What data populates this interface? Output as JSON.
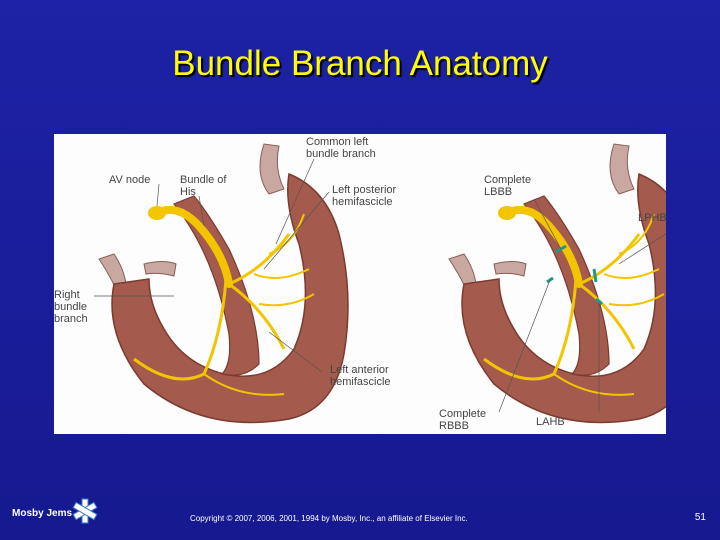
{
  "slide": {
    "title": "Bundle Branch Anatomy",
    "copyright": "Copyright © 2007, 2006, 2001, 1994 by Mosby, Inc., an affiliate of Elsevier Inc.",
    "page_number": "51",
    "logo_text": "Mosby Jems"
  },
  "left_diagram": {
    "labels": {
      "av_node": "AV node",
      "bundle_of_his": "Bundle of His",
      "common_left": "Common left bundle branch",
      "left_posterior": "Left posterior hemifascicle",
      "right_bundle": "Right bundle branch",
      "left_anterior": "Left anterior hemifascicle"
    }
  },
  "right_diagram": {
    "labels": {
      "complete_lbbb": "Complete LBBB",
      "lphb": "LPHB",
      "complete_rbbb": "Complete RBBB",
      "lahb": "LAHB"
    }
  },
  "colors": {
    "background": "#1a1f9e",
    "title": "#ffff00",
    "muscle": "#a45a4c",
    "conduction": "#f2c500",
    "block_marker": "#1a9a8a"
  }
}
